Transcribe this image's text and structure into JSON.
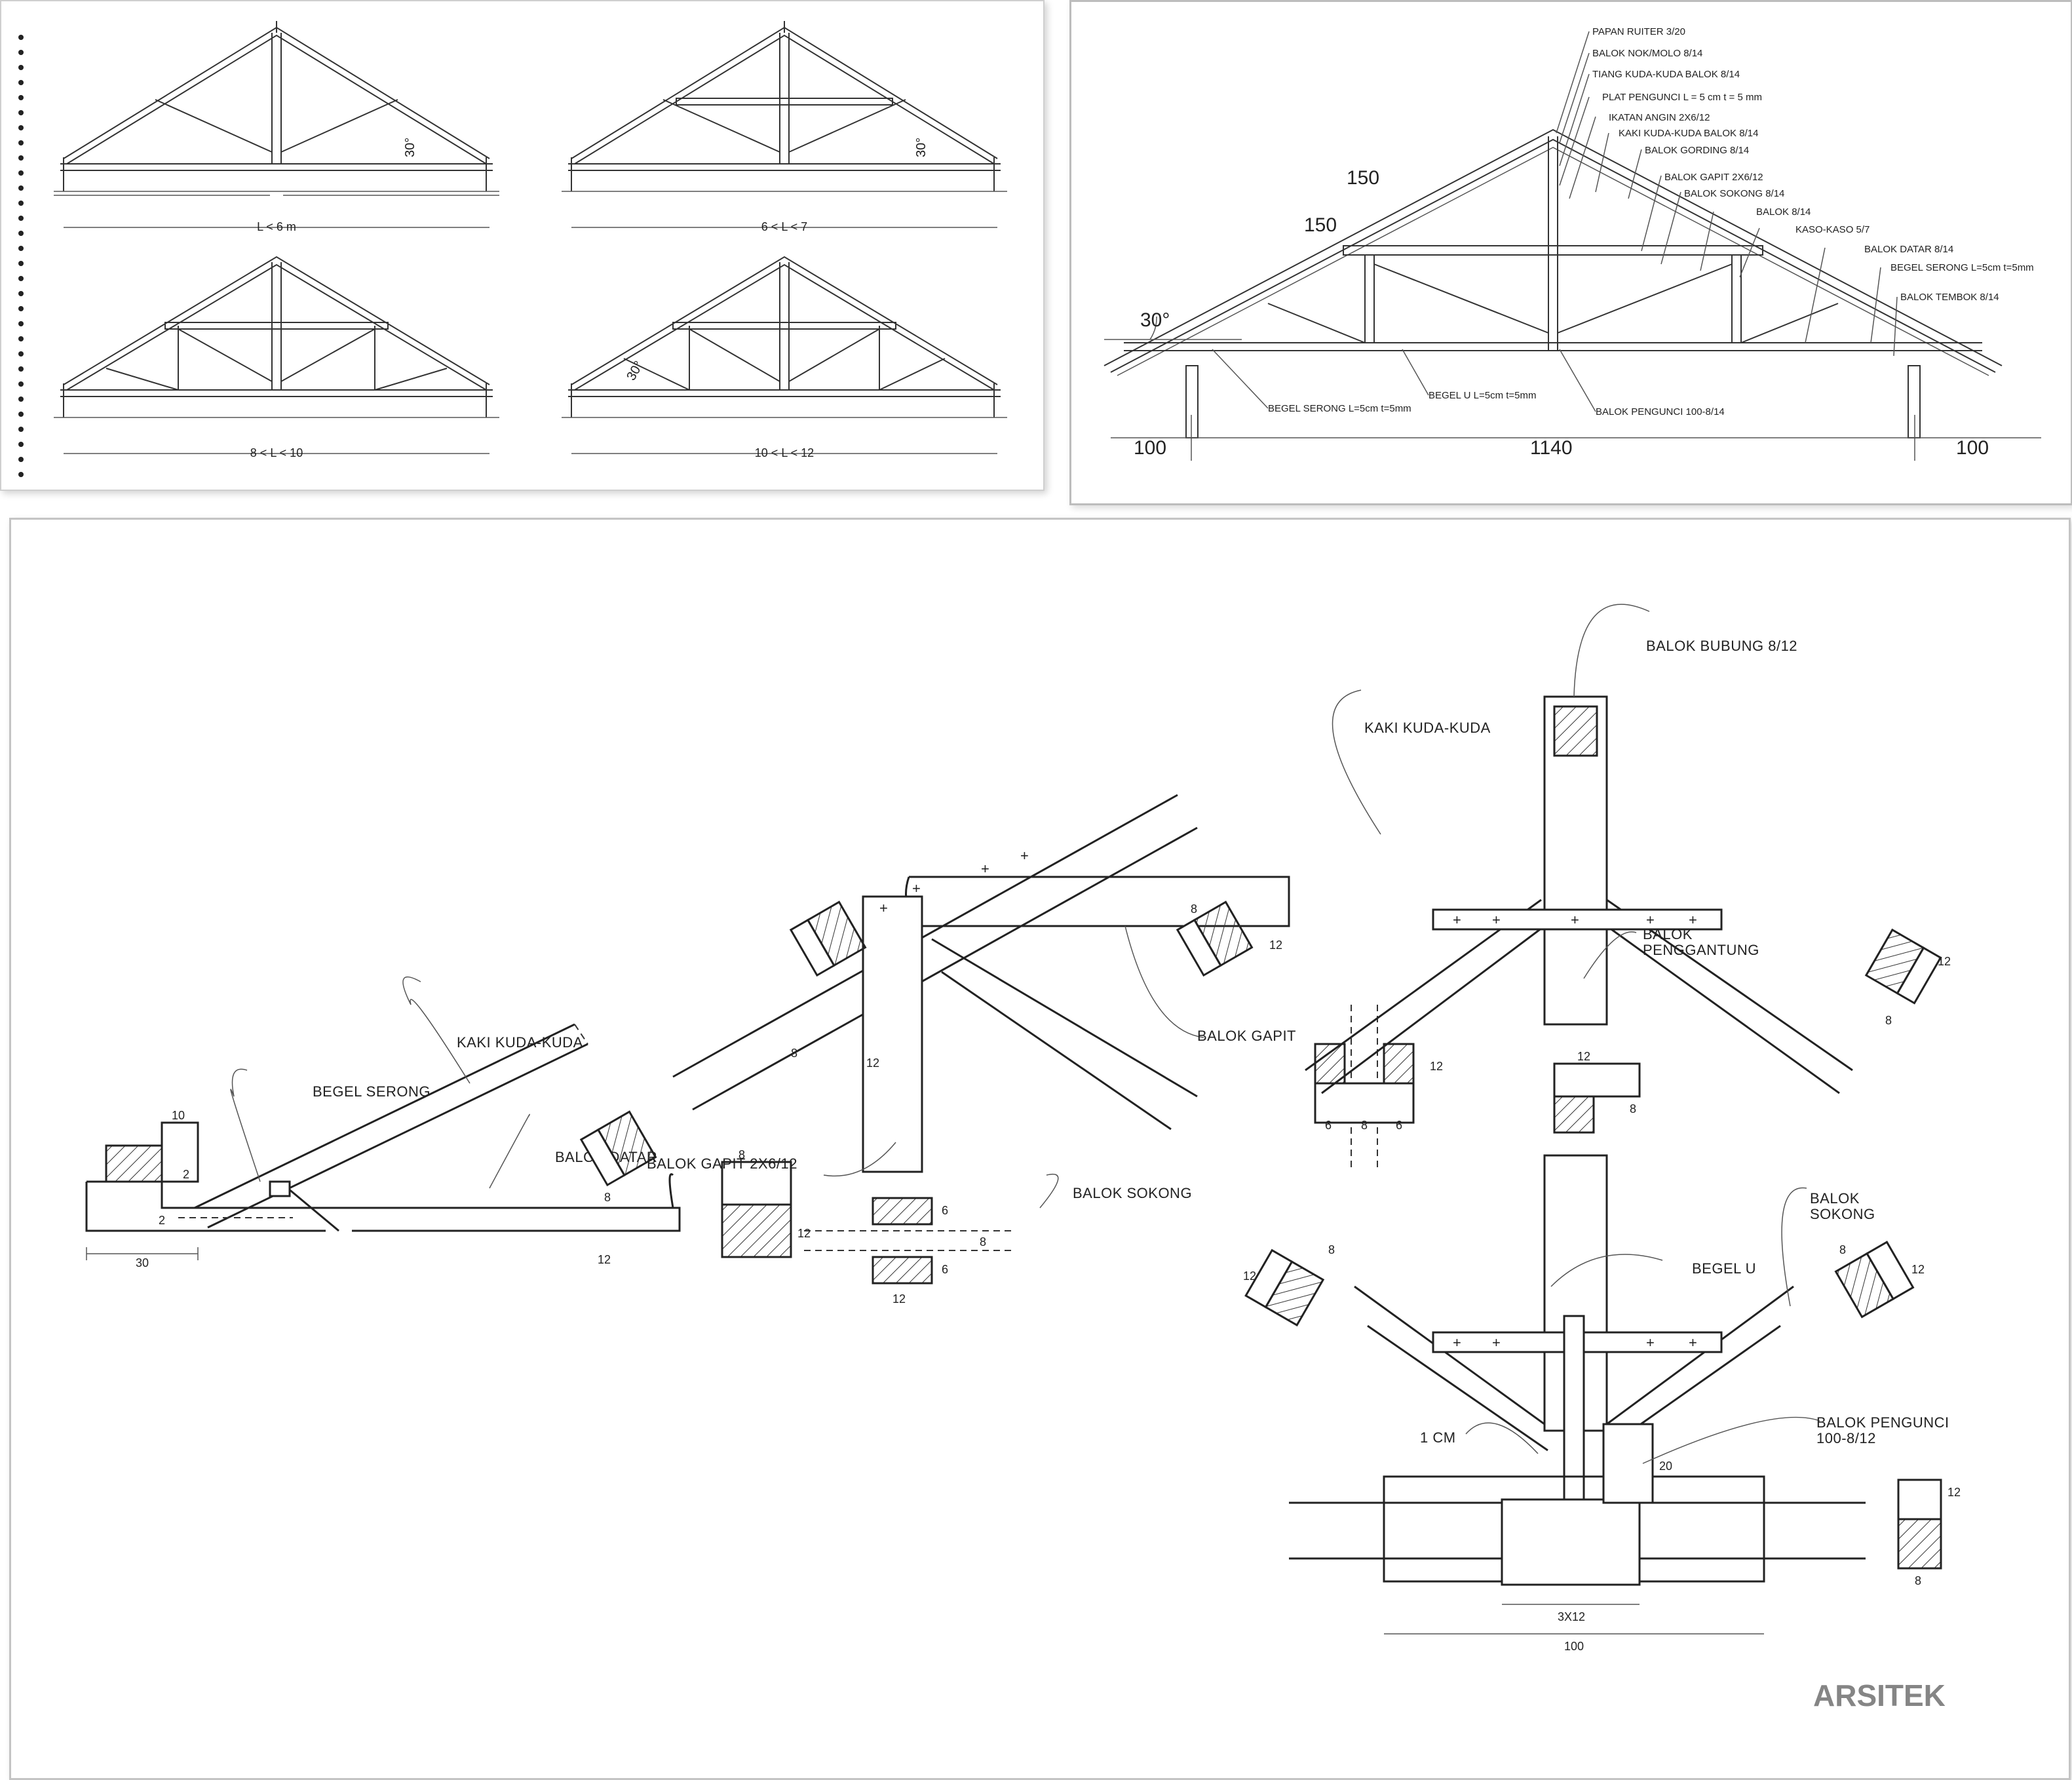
{
  "panel_a": {
    "span_labels": [
      "L < 6 m",
      "6 < L < 7",
      "8 < L < 10",
      "10 < L < 12"
    ],
    "angle_label": "30°"
  },
  "panel_b": {
    "dims": {
      "d1": "150",
      "d2": "150",
      "angle": "30°",
      "left": "100",
      "middle": "1140",
      "right": "100"
    },
    "callouts": [
      "PAPAN RUITER 3/20",
      "BALOK NOK/MOLO 8/14",
      "TIANG KUDA-KUDA BALOK 8/14",
      "PLAT PENGUNCI L = 5 cm t = 5 mm",
      "IKATAN ANGIN 2X6/12",
      "KAKI KUDA-KUDA BALOK 8/14",
      "BALOK GORDING 8/14",
      "BALOK GAPIT 2X6/12",
      "BALOK SOKONG 8/14",
      "BALOK 8/14",
      "KASO-KASO 5/7",
      "BALOK DATAR 8/14",
      "BEGEL SERONG L=5cm t=5mm",
      "BALOK TEMBOK 8/14"
    ],
    "bottom_labels": [
      "BEGEL SERONG L=5cm t=5mm",
      "BEGEL U L=5cm t=5mm",
      "BALOK PENGUNCI 100-8/14"
    ]
  },
  "panel_c": {
    "labels": {
      "bubung": "BALOK BUBUNG 8/12",
      "kaki_top": "KAKI KUDA-KUDA",
      "penggantung": "BALOK\nPENGGANTUNG",
      "kaki_left": "KAKI KUDA-KUDA",
      "begel_serong": "BEGEL SERONG",
      "balok_gapit": "BALOK GAPIT",
      "gapit_2x6": "BALOK GAPIT 2X6/12",
      "balok_sokong": "BALOK SOKONG",
      "balok_datar": "BALOK DATAR",
      "begel_u": "BEGEL U",
      "sokong_right": "BALOK\nSOKONG",
      "pengunci": "BALOK PENGUNCI\n100-8/12",
      "one_cm": "1 CM"
    },
    "dims": {
      "d10": "10",
      "d2a": "2",
      "d2b": "2",
      "d30": "30",
      "d8a": "8",
      "d12a": "12",
      "d6a": "6",
      "d8b": "8",
      "d6b": "6",
      "d12b": "12",
      "d12c": "12",
      "d8c": "8",
      "d12d": "12",
      "d20": "20",
      "d3x12": "3X12",
      "d100": "100",
      "d8d": "8",
      "d12e": "12",
      "d6c": "6",
      "d8e": "8",
      "d6d": "6",
      "d12f": "12",
      "d8f": "8",
      "d12g": "12",
      "d8g": "8",
      "d12h": "12",
      "d8h": "8",
      "d12i": "12",
      "d12j": "12",
      "d8i": "8",
      "d12k": "12",
      "d8j": "8",
      "d12l": "12",
      "d8k": "8"
    },
    "watermark": "ARSITEK",
    "watermark_color": "#f2d040"
  }
}
